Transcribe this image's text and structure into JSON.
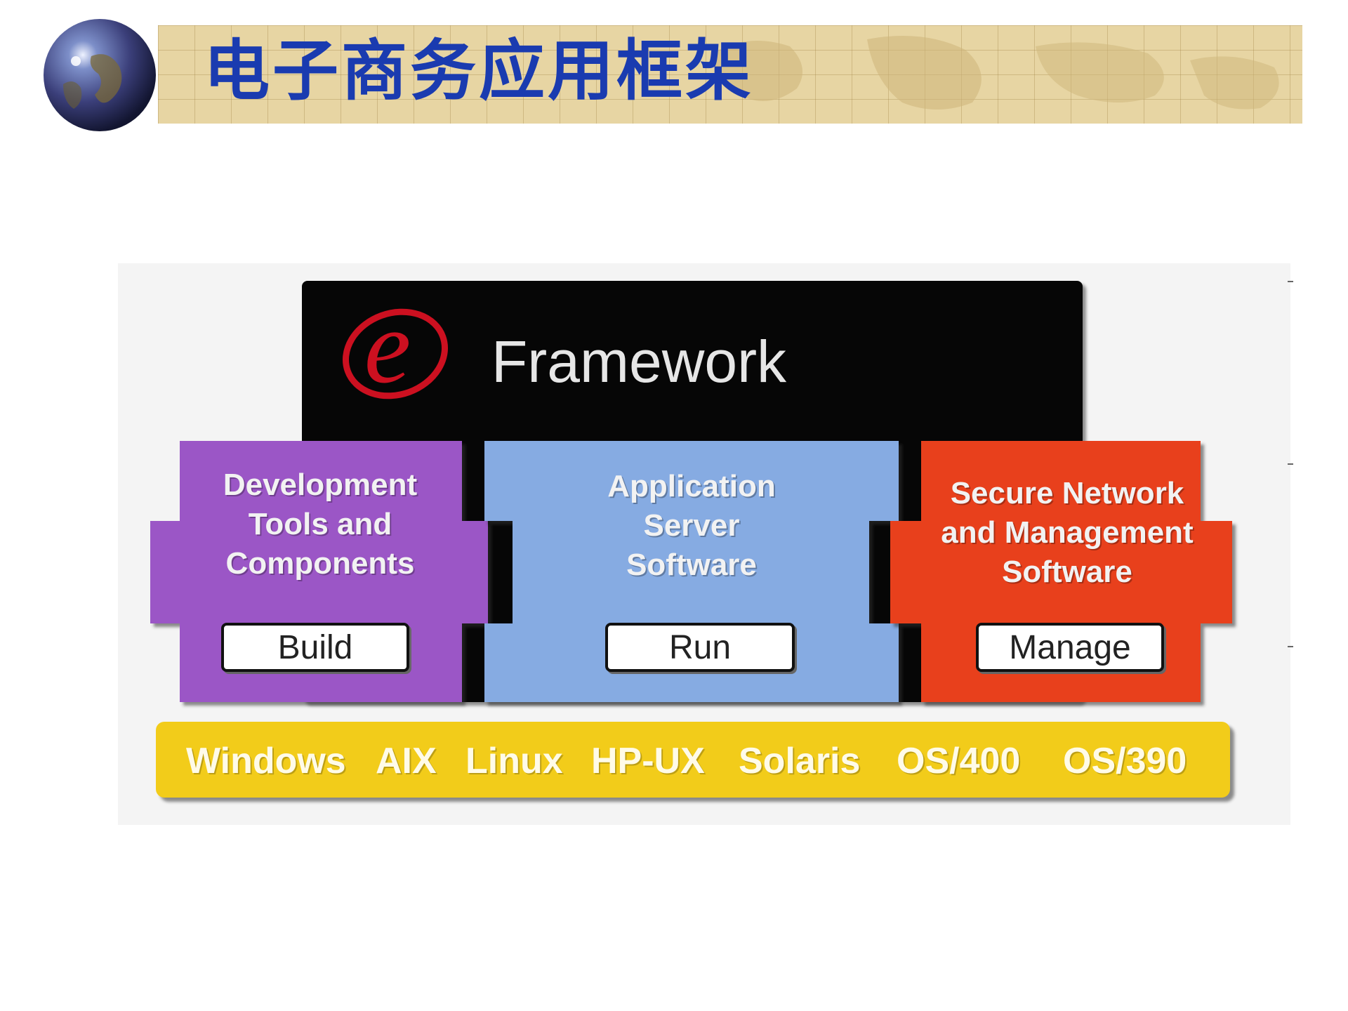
{
  "slide": {
    "title": "电子商务应用框架"
  },
  "header": {
    "logo": "e-globe"
  },
  "framework": {
    "logo_letter": "e",
    "label": "Framework"
  },
  "blocks": [
    {
      "label_lines": [
        "Development",
        "Tools and",
        "Components"
      ],
      "action": "Build",
      "color": "#9b56c6"
    },
    {
      "label_lines": [
        "Application",
        "Server",
        "Software"
      ],
      "action": "Run",
      "color": "#86abe2"
    },
    {
      "label_lines": [
        "Secure Network",
        "and Management",
        "Software"
      ],
      "action": "Manage",
      "color": "#e8401c"
    }
  ],
  "platforms": [
    "Windows",
    "AIX",
    "Linux",
    "HP-UX",
    "Solaris",
    "OS/400",
    "OS/390"
  ],
  "colors": {
    "title": "#1a3bb0",
    "banner": "#e7d5a3",
    "framework_panel": "#060606",
    "platform_bar": "#f2cc1a",
    "e_logo": "#cc1020"
  }
}
